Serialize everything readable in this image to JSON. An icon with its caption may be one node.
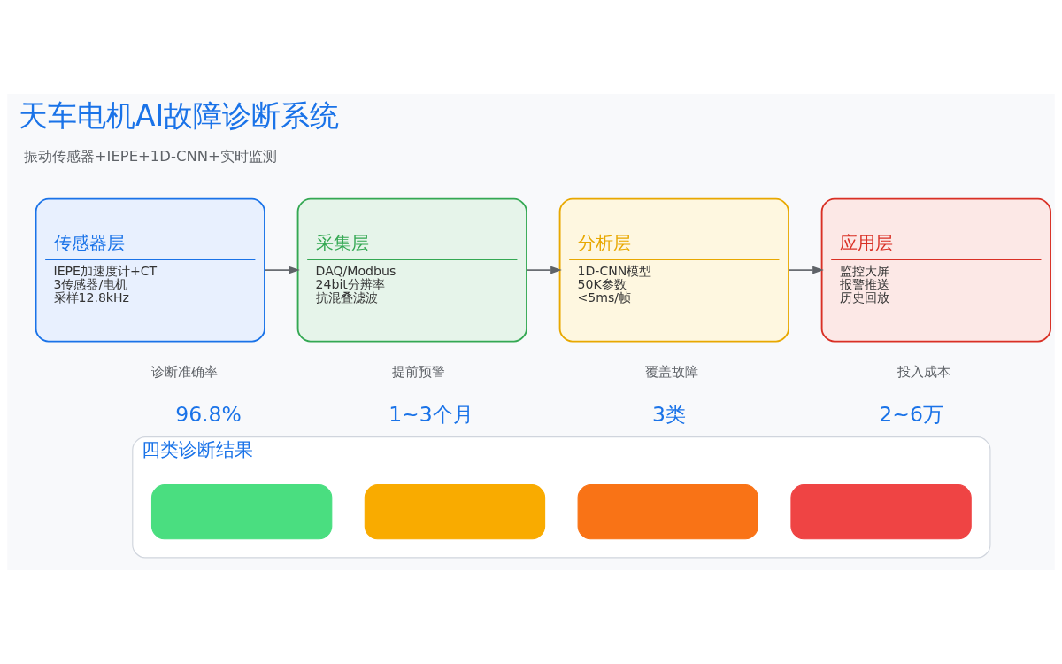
{
  "diagram": {
    "title": "天车电机AI故障诊断系统",
    "nodes": [
      {
        "text": [
          "传感器层",
          "IEPE加速度计+CT",
          "3传感器/电机",
          "采样12.8kHz"
        ]
      },
      {
        "text": [
          "采集层",
          "DAQ/Modbus",
          "24bit分辨率",
          "抗混叠滤波"
        ]
      },
      {
        "text": [
          "分析层",
          "1D-CNN模型",
          "50K参数",
          "<5ms/帧"
        ]
      },
      {
        "text": [
          "应用层",
          "监控大屏",
          "报警推送",
          "历史回放"
        ]
      },
      {
        "text": [
          "四类诊断结果"
        ]
      },
      {
        "text": [],
        "shape": "box",
        "in": 4
      },
      {
        "text": [],
        "shape": "box",
        "in": 4
      },
      {
        "text": [],
        "shape": "box",
        "in": 4
      },
      {
        "text": [],
        "shape": "box",
        "in": 4
      }
    ],
    "edges": [
      {
        "from": 0,
        "to": 1,
        "arrow": "to"
      },
      {
        "from": 1,
        "to": 2,
        "arrow": "to"
      },
      {
        "from": 2,
        "to": 3,
        "arrow": "to"
      }
    ],
    "labels": [
      "振动传感器+IEPE+1D-CNN+实时监测",
      "诊断准确率",
      "96.8%",
      "提前预警",
      "1~3个月",
      "覆盖故障",
      "3类",
      "投入成本",
      "2~6万"
    ]
  }
}
